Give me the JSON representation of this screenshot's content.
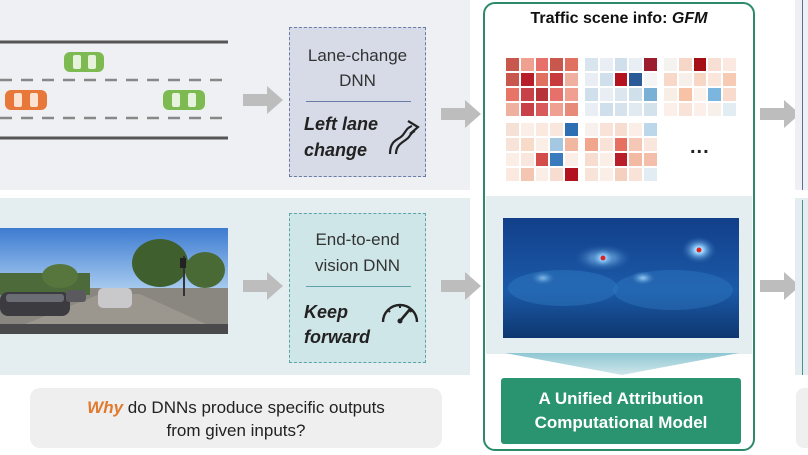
{
  "scene": {
    "vehicles": [
      "green-car",
      "orange-car",
      "green-car"
    ]
  },
  "lane_change": {
    "title_line1": "Lane-change",
    "title_line2": "DNN",
    "output_line1": "Left lane",
    "output_line2": "change",
    "icon": "curved-arrow-icon"
  },
  "end_to_end": {
    "title_line1": "End-to-end",
    "title_line2": "vision DNN",
    "output_line1": "Keep",
    "output_line2": "forward",
    "icon": "speedometer-icon"
  },
  "question": {
    "why": "Why",
    "line1_rest": " do DNNs produce specific outputs",
    "line2": "from given inputs?"
  },
  "panel": {
    "title_prefix": "Traffic scene info: ",
    "title_em": "GFM",
    "ellipsis": "...",
    "model_line1": "A Unified Attribution",
    "model_line2": "Computational Model"
  },
  "colors": {
    "accent_green": "#2a9470",
    "why_orange": "#e07a2e",
    "car_green": "#7dbb52",
    "car_orange": "#e8773a",
    "dnn_top_bg": "#d6dbe7",
    "dnn_bottom_bg": "#cfe6e8"
  },
  "heatmaps": [
    {
      "cols": 5,
      "rows": 4,
      "cells": [
        "#c8584e",
        "#f0a090",
        "#e8706a",
        "#c8584e",
        "#e07060",
        "#c8584e",
        "#b81e2a",
        "#e07060",
        "#c83a3e",
        "#f0b0a0",
        "#e87468",
        "#c84048",
        "#b8323a",
        "#e8706a",
        "#f0a090",
        "#f0b0a0",
        "#c84048",
        "#d85a5a",
        "#f0a090",
        "#e88a7a"
      ]
    },
    {
      "cols": 5,
      "rows": 4,
      "cells": [
        "#d8e4ee",
        "#e8eef3",
        "#cfe0ec",
        "#e8eef3",
        "#9b1d2e",
        "#e8eef3",
        "#cfe0ec",
        "#b3121f",
        "#2b5a96",
        "#f5f5f5",
        "#cfe0ec",
        "#e8eef3",
        "#dbe6ee",
        "#d0e0ea",
        "#7bb0d6",
        "#e8eef3",
        "#cfe0ec",
        "#d6e2ec",
        "#e2eaf1",
        "#d4e2ec"
      ]
    },
    {
      "cols": 5,
      "rows": 4,
      "cells": [
        "#f5f3ef",
        "#f6d7c7",
        "#a50f15",
        "#f7e0d3",
        "#fbe8e0",
        "#f8d9c9",
        "#f7f0ea",
        "#f8d6c4",
        "#fbe6dc",
        "#f6cab3",
        "#f7efe6",
        "#f7c2a6",
        "#fbf2ec",
        "#7bb6e0",
        "#f8dbcc",
        "#fcefe9",
        "#f9e3d8",
        "#fcefe9",
        "#f7f0ea",
        "#e2ecf3"
      ]
    },
    {
      "cols": 5,
      "rows": 4,
      "cells": [
        "#f6e1d6",
        "#fbeee6",
        "#fbe8df",
        "#f9e6dc",
        "#2e6fb3",
        "#f8e3d8",
        "#f8dac9",
        "#fbeee6",
        "#a5c8e2",
        "#f2b7a0",
        "#fbeee6",
        "#f9e6dc",
        "#d34d4a",
        "#3a7bbd",
        "#fbeee6",
        "#fbe8df",
        "#f4c5b0",
        "#fbeee6",
        "#f6ddd0",
        "#b3121f"
      ]
    },
    {
      "cols": 5,
      "rows": 4,
      "cells": [
        "#f8f0ec",
        "#f9e3d8",
        "#f6ddd0",
        "#fbeee6",
        "#bcd6ea",
        "#f0a58c",
        "#f9e3d8",
        "#e87061",
        "#f4c8b5",
        "#f9e6dc",
        "#f6ddd0",
        "#fbeee6",
        "#b81e2a",
        "#f2b9a3",
        "#f3bfaa",
        "#f8e3d8",
        "#fbeee6",
        "#f5d0bf",
        "#f9e3d8",
        "#e2ecf3"
      ]
    }
  ]
}
